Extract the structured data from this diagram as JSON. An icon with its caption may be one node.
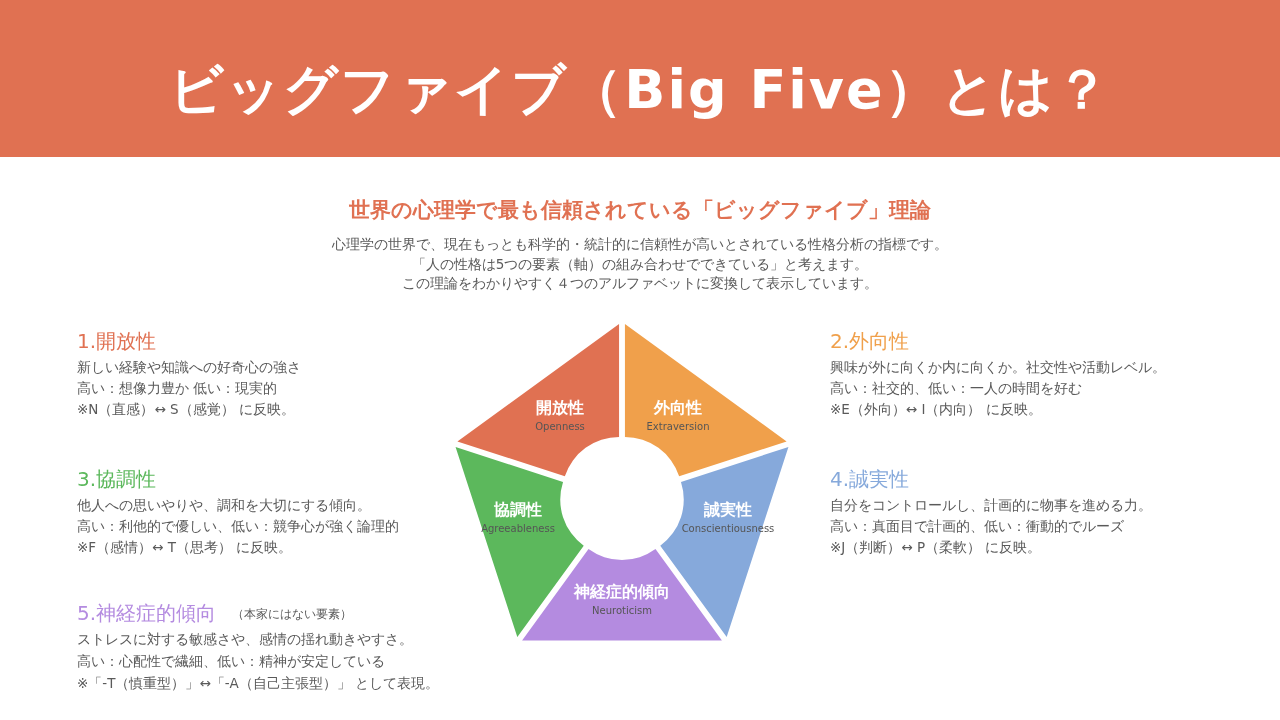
{
  "diagram": {
    "title": "ビッグファイブ（Big Five）とは？",
    "nodes": [
      {
        "text": [
          "開放性",
          "Openness"
        ]
      },
      {
        "text": [
          "外向性",
          "Extraversion"
        ]
      },
      {
        "text": [
          "協調性",
          "Agreeableness"
        ]
      },
      {
        "text": [
          "誠実性",
          "Conscientiousness"
        ]
      },
      {
        "text": [
          "神経症的傾向",
          "Neuroticism"
        ]
      }
    ],
    "labels": [
      "世界の心理学で最も信頼されている「ビッグファイブ」理論",
      "心理学の世界で、現在もっとも科学的・統計的に信頼性が高いとされている性格分析の指標です。",
      "「人の性格は5つの要素（軸）の組み合わせでできている」と考えます。",
      "この理論をわかりやすく４つのアルファベットに変換して表示しています。",
      "1.開放性",
      "新しい経験や知識への好奇心の強さ",
      "高い：想像力豊か 低い：現実的",
      "※N（直感）↔ S（感覚） に反映。",
      "2.外向性",
      "興味が外に向くか内に向くか。社交性や活動レベル。",
      "高い：社交的、低い：一人の時間を好む",
      "※E（外向）↔ I（内向） に反映。",
      "3.協調性",
      "他人への思いやりや、調和を大切にする傾向。",
      "高い：利他的で優しい、低い：競争心が強く論理的",
      "※F（感情）↔ T（思考） に反映。",
      "4.誠実性",
      "自分をコントロールし、計画的に物事を進める力。",
      "高い：真面目で計画的、低い：衝動的でルーズ",
      "※J（判断）↔ P（柔軟） に反映。",
      "5.神経症的傾向",
      "（本家にはない要素）",
      "ストレスに対する敏感さや、感情の揺れ動きやすさ。",
      "高い：心配性で繊細、低い：精神が安定している",
      "※「-T（慎重型）」↔「-A（自己主張型）」 として表現。"
    ]
  }
}
